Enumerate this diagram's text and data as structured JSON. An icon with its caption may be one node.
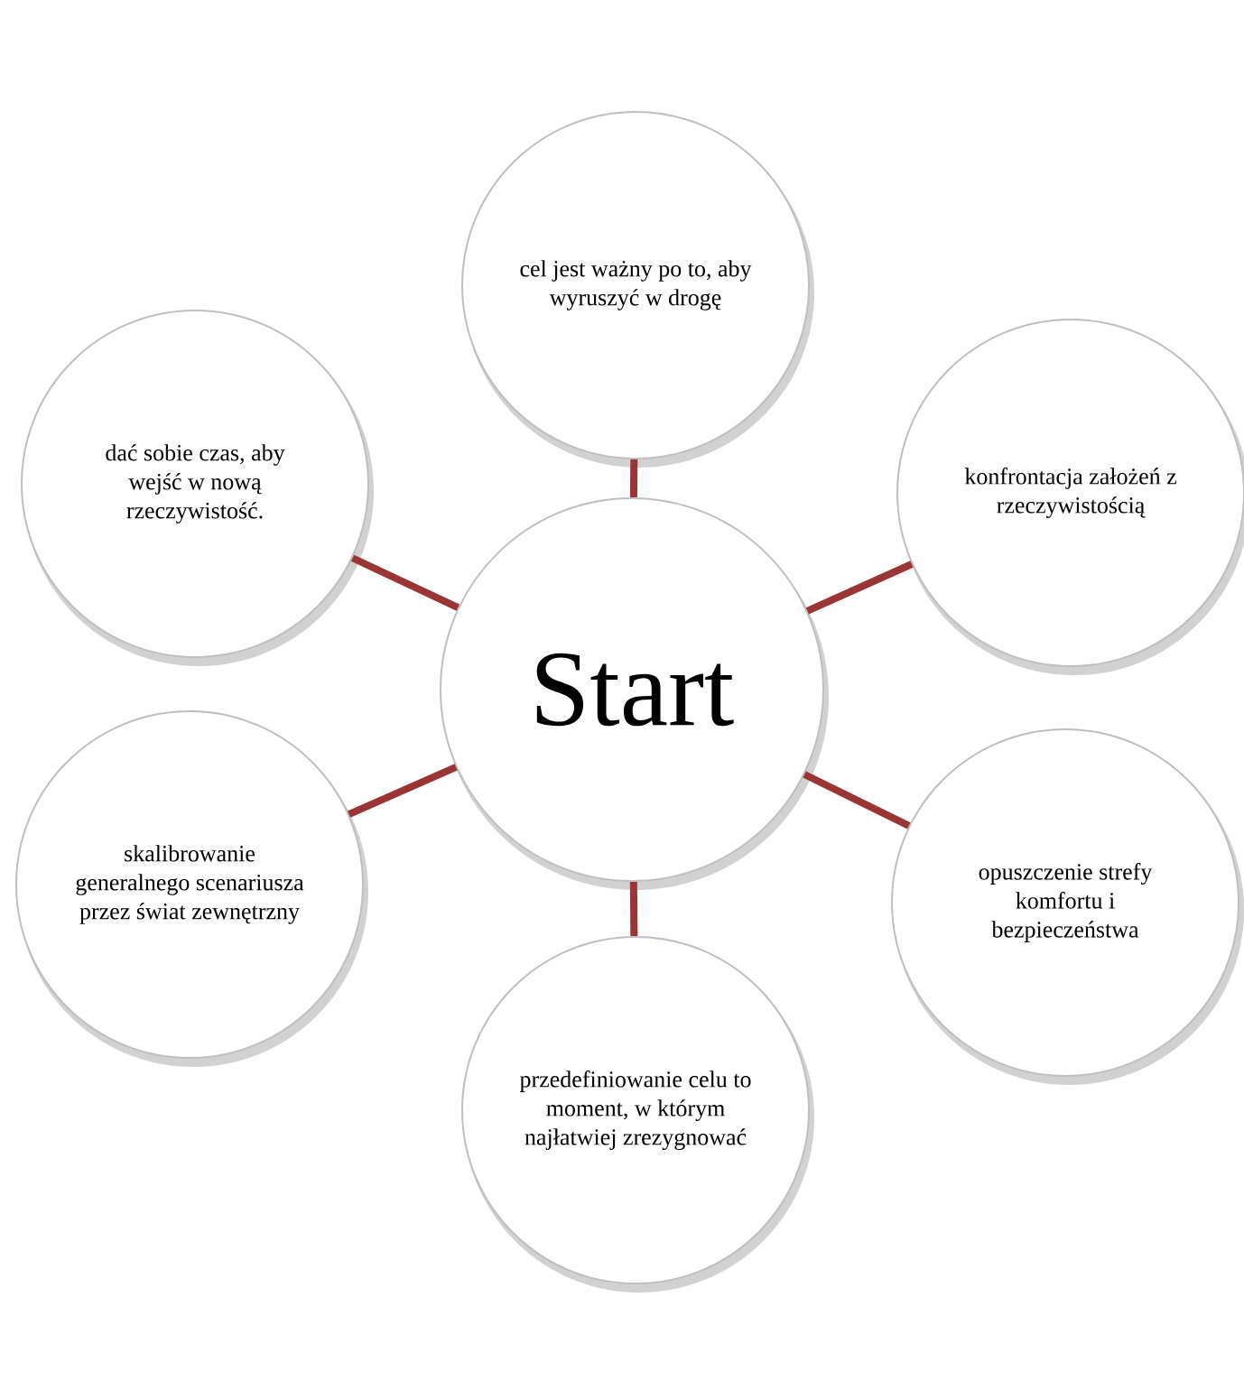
{
  "diagram": {
    "nodes": [
      {
        "text": [
          "Start"
        ]
      },
      {
        "text": [
          "cel jest ważny po to, aby wyruszyć w drogę"
        ]
      },
      {
        "text": [
          "konfrontacja założeń z rzeczywistością"
        ]
      },
      {
        "text": [
          "opuszczenie strefy komfortu i bezpieczeństwa"
        ]
      },
      {
        "text": [
          "przedefiniowanie celu to moment, w którym najłatwiej zrezygnować"
        ]
      },
      {
        "text": [
          "skalibrowanie generalnego scenariusza przez świat zewnętrzny"
        ]
      },
      {
        "text": [
          "dać sobie czas, aby wejść w nową rzeczywistość."
        ]
      }
    ],
    "edges": [
      {
        "from": 0,
        "to": 1,
        "arrow": "none"
      },
      {
        "from": 0,
        "to": 2,
        "arrow": "none"
      },
      {
        "from": 0,
        "to": 3,
        "arrow": "none"
      },
      {
        "from": 0,
        "to": 4,
        "arrow": "none"
      },
      {
        "from": 0,
        "to": 5,
        "arrow": "none"
      },
      {
        "from": 0,
        "to": 6,
        "arrow": "none"
      }
    ]
  }
}
